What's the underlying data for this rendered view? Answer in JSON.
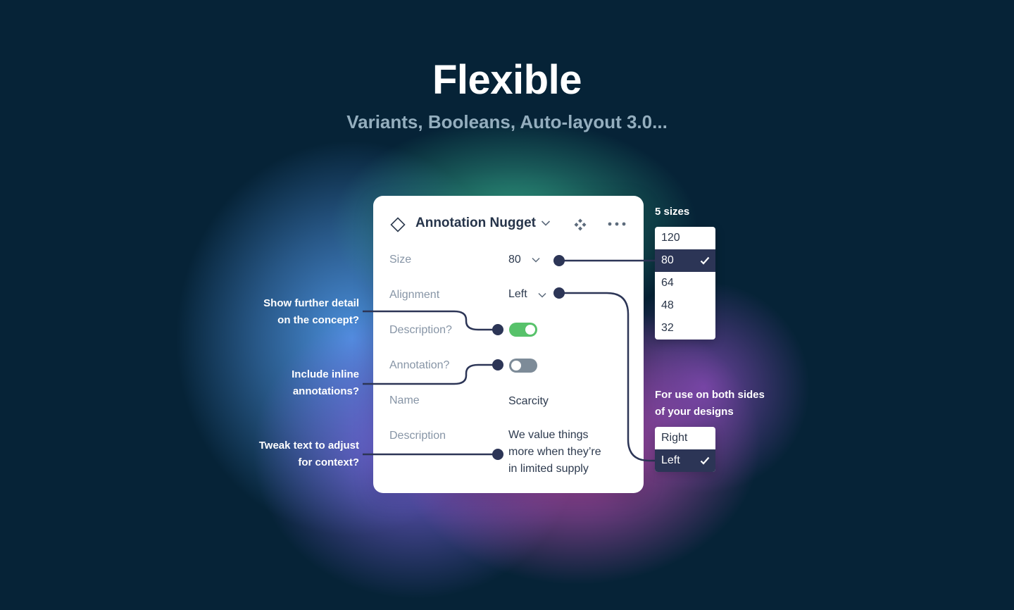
{
  "hero": {
    "title": "Flexible",
    "subtitle": "Variants, Booleans, Auto-layout 3.0..."
  },
  "component": {
    "name": "Annotation Nugget",
    "properties": {
      "size": {
        "label": "Size",
        "value": "80"
      },
      "alignment": {
        "label": "Alignment",
        "value": "Left"
      },
      "description_toggle": {
        "label": "Description?",
        "on": true
      },
      "annotation_toggle": {
        "label": "Annotation?",
        "on": false
      },
      "name": {
        "label": "Name",
        "value": "Scarcity"
      },
      "description": {
        "label": "Description",
        "lines": [
          "We value things",
          "more when they’re",
          "in limited supply"
        ]
      }
    }
  },
  "notes": {
    "description": [
      "Show further detail",
      "on the concept?"
    ],
    "annotation": [
      "Include inline",
      "annotations?"
    ],
    "text": [
      "Tweak text to adjust",
      "for context?"
    ],
    "sizes": "5 sizes",
    "sides": [
      "For use on both sides",
      "of your designs"
    ]
  },
  "size_options": [
    {
      "label": "120",
      "selected": false
    },
    {
      "label": "80",
      "selected": true
    },
    {
      "label": "64",
      "selected": false
    },
    {
      "label": "48",
      "selected": false
    },
    {
      "label": "32",
      "selected": false
    }
  ],
  "alignment_options": [
    {
      "label": "Right",
      "selected": false
    },
    {
      "label": "Left",
      "selected": true
    }
  ],
  "icons": {
    "component": "diamond-icon",
    "variant": "component-instance-icon",
    "menu": "more-icon",
    "selected": "check-icon"
  },
  "colors": {
    "background": "#062337",
    "connector": "#2c3556",
    "toggle_on": "#57c26a",
    "toggle_off": "#7d8b98",
    "selected_option": "#2c3556"
  }
}
